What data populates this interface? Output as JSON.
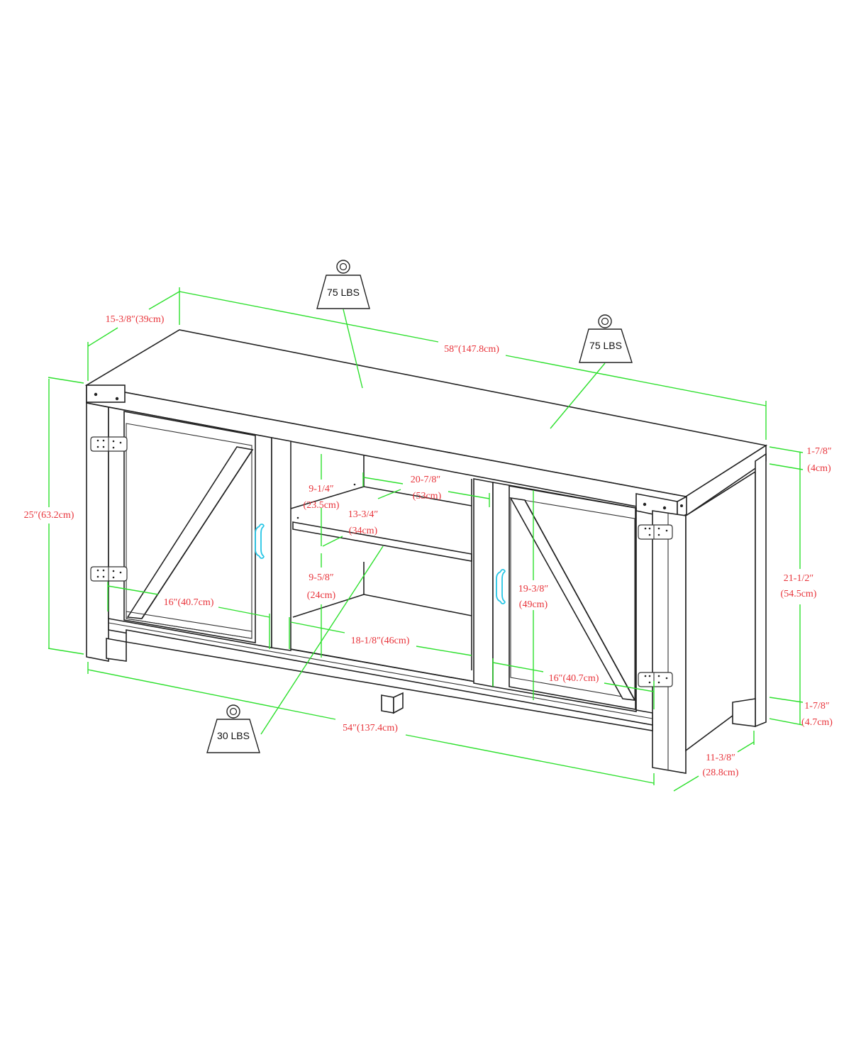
{
  "diagram": {
    "title": "TV stand dimension drawing",
    "colors": {
      "outline": "#222222",
      "dimension_line": "#2ee02e",
      "dimension_text": "#e8333a",
      "handle": "#27c6e6"
    },
    "weights": {
      "top_left": "75 LBS",
      "top_right": "75 LBS",
      "shelf": "30 LBS"
    },
    "dimensions": {
      "overall_width": "58″(147.8cm)",
      "overall_depth": "15-3/8″(39cm)",
      "overall_height": "25″(63.2cm)",
      "base_width": "54″(137.4cm)",
      "base_depth_in": "11-3/8″",
      "base_depth_cm": "(28.8cm)",
      "top_thickness_in": "1-7/8″",
      "top_thickness_cm": "(4cm)",
      "side_height_in": "21-1/2″",
      "side_height_cm": "(54.5cm)",
      "leg_height_in": "1-7/8″",
      "leg_height_cm": "(4.7cm)",
      "upper_shelf_height_in": "9-1/4″",
      "upper_shelf_height_cm": "(23.5cm)",
      "lower_shelf_height_in": "9-5/8″",
      "lower_shelf_height_cm": "(24cm)",
      "shelf_width_in": "20-7/8″",
      "shelf_width_cm": "(53cm)",
      "shelf_depth_in": "13-3/4″",
      "shelf_depth_cm": "(34cm)",
      "cabinet_height_in": "19-3/8″",
      "cabinet_height_cm": "(49cm)",
      "left_door_width": "16″(40.7cm)",
      "right_door_width": "16″(40.7cm)",
      "center_opening_width": "18-1/8″(46cm)"
    }
  }
}
